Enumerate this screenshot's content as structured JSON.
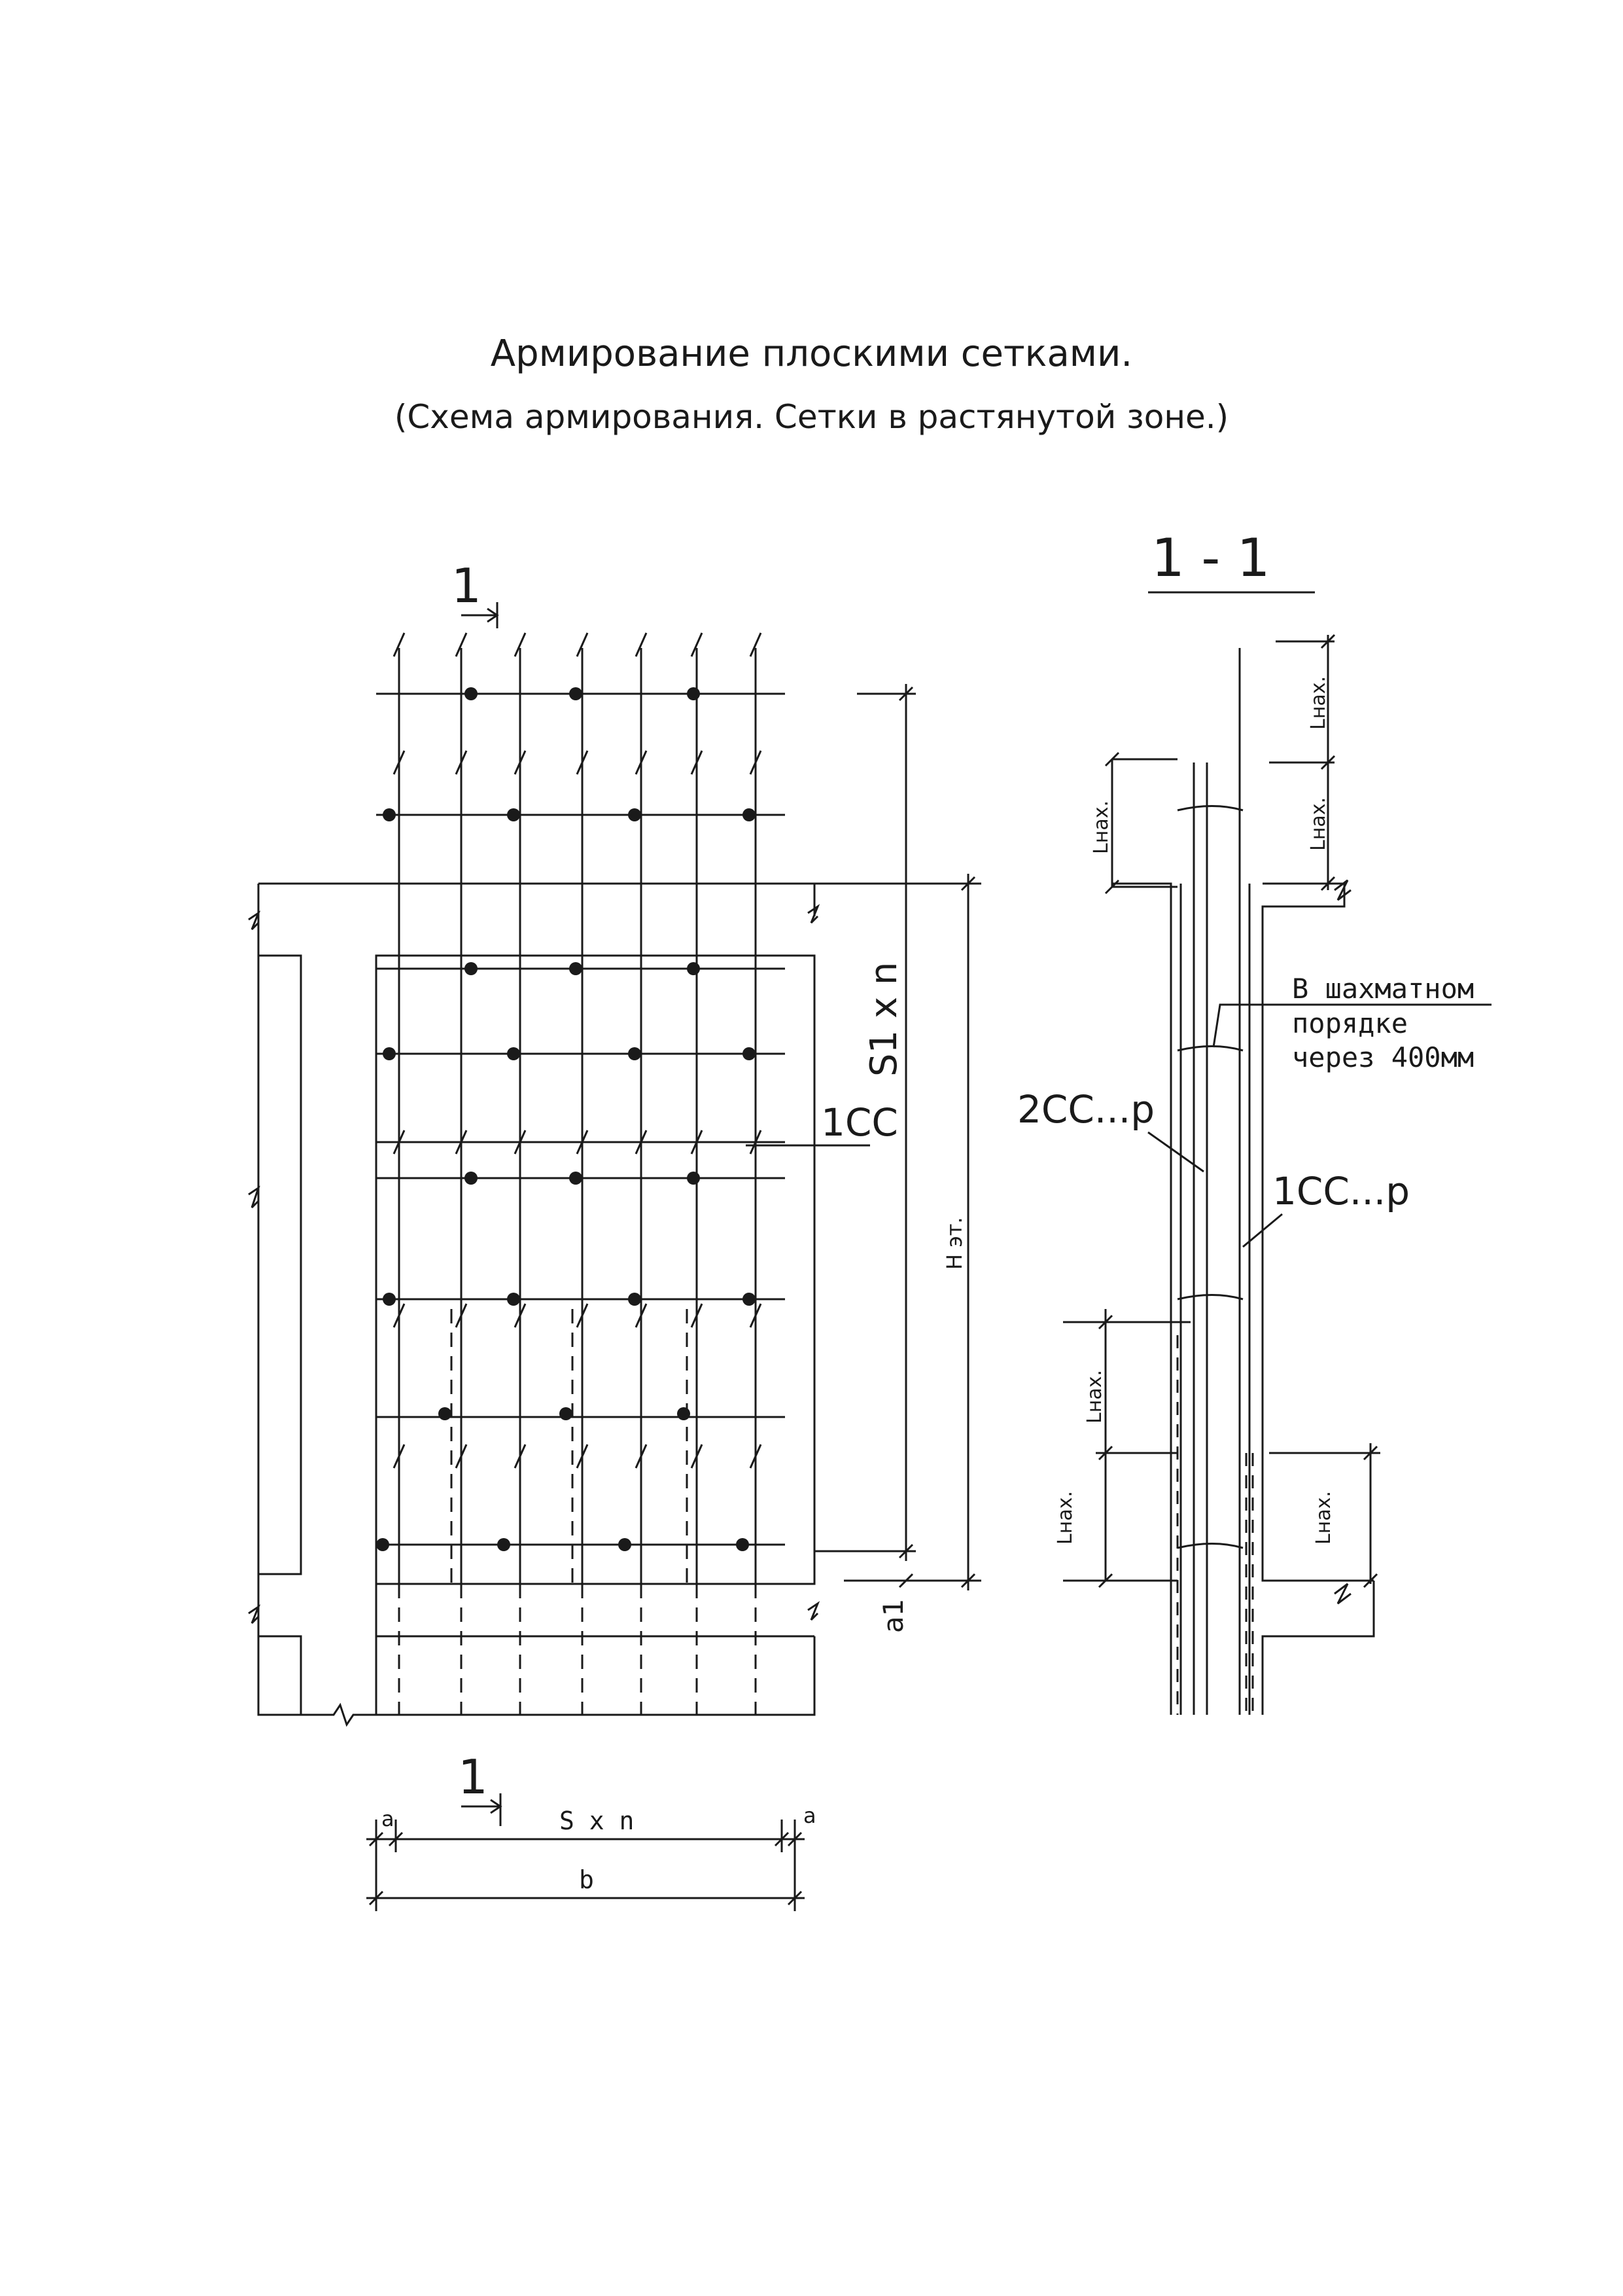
{
  "title": "Армирование плоскими  сетками.",
  "subtitle": "(Схема армирования. Сетки в растянутой зоне.)",
  "left_view": {
    "section_mark_top": "1",
    "section_mark_bottom": "1",
    "mesh_label": "1CC",
    "dim_mesh_spacing": "S1 x n",
    "dim_floor_height": "Н эт.",
    "dim_a1": "a1",
    "dim_a_left": "a",
    "dim_a_right": "a",
    "dim_sxn": "S x n",
    "dim_b": "b"
  },
  "right_view": {
    "section_title": "1 - 1",
    "note_line1": "В шахматном",
    "note_line2": "порядке",
    "note_line3": "через 400мм",
    "label_2cc": "2CC...p",
    "label_1cc": "1CC...p",
    "lap_label": "Lнах."
  },
  "colors": {
    "ink": "#1a1a1a",
    "paper": "#ffffff"
  }
}
